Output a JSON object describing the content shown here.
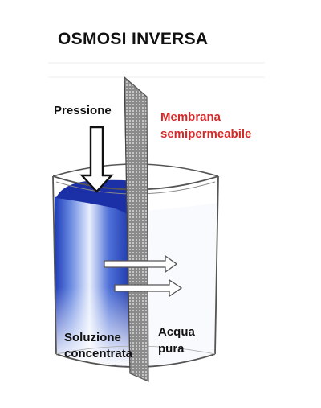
{
  "title": "OSMOSI  INVERSA",
  "labels": {
    "pressure": "Pressione",
    "membrane_line1": "Membrana",
    "membrane_line2": "semipermeabile",
    "solution_line1": "Soluzione",
    "solution_line2": "concentrata",
    "water_line1": "Acqua",
    "water_line2": "pura"
  },
  "colors": {
    "membrane_label": "#d42a2a",
    "concentrated_solution": "#1e3fbf",
    "membrane": "#666666",
    "beaker_outline": "#555555"
  },
  "icons": {
    "pressure_arrow": "down-arrow-icon",
    "flow_arrows": "right-arrow-icon"
  }
}
